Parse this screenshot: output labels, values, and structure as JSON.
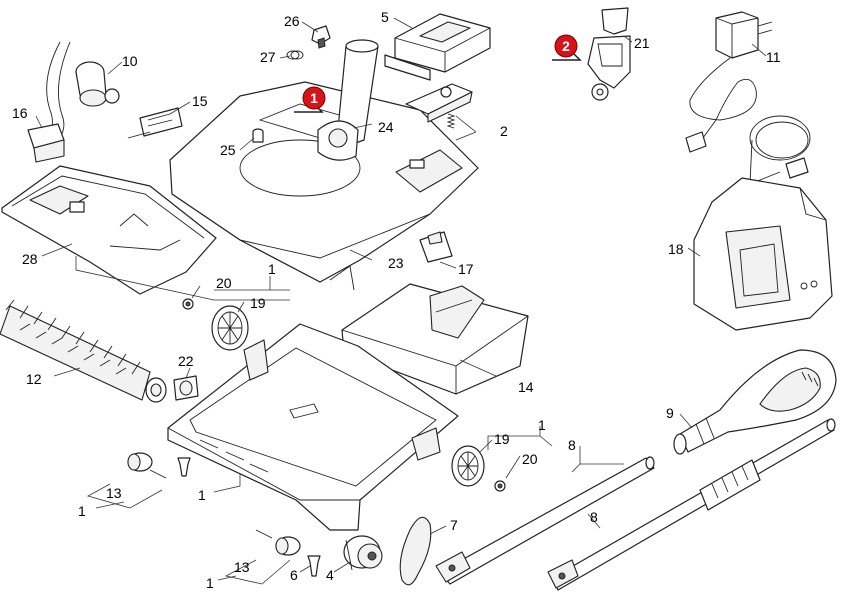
{
  "diagram": {
    "markers": [
      {
        "id": "m1",
        "label": "1",
        "color": "#d8121a"
      },
      {
        "id": "m2",
        "label": "2",
        "color": "#d8121a"
      }
    ],
    "labels": {
      "p26": "26",
      "p5": "5",
      "p21": "21",
      "p11": "11",
      "p10": "10",
      "p27": "27",
      "p15": "15",
      "p16": "16",
      "p24": "24",
      "p2": "2",
      "p25": "25",
      "p18": "18",
      "p28": "28",
      "p1a": "1",
      "p23": "23",
      "p17": "17",
      "p20a": "20",
      "p19a": "19",
      "p22": "22",
      "p12": "12",
      "p14": "14",
      "p9": "9",
      "p1b": "1",
      "p19b": "19",
      "p8a": "8",
      "p20b": "20",
      "p13a": "13",
      "p1c": "1",
      "p1d": "1",
      "p8b": "8",
      "p7": "7",
      "p13b": "13",
      "p6": "6",
      "p4": "4",
      "p1e": "1"
    }
  }
}
